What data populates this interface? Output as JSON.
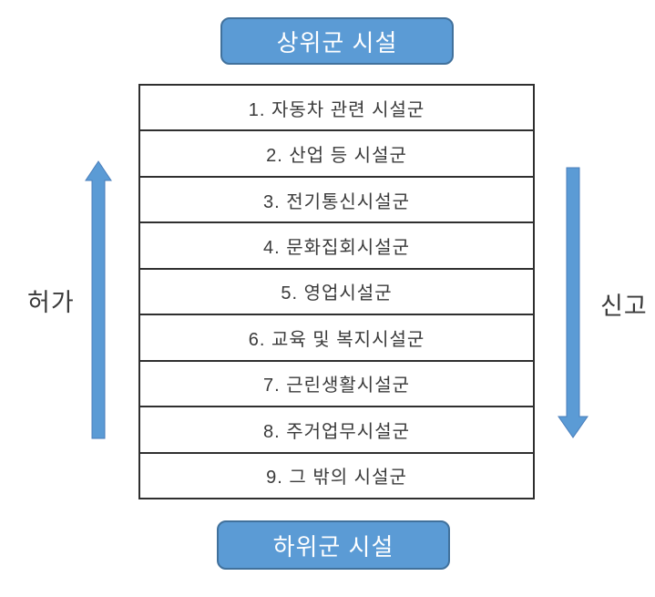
{
  "top_box": {
    "label": "상위군 시설"
  },
  "bottom_box": {
    "label": "하위군 시설"
  },
  "left_arrow": {
    "label": "허가",
    "direction": "up"
  },
  "right_arrow": {
    "label": "신고",
    "direction": "down"
  },
  "table": {
    "rows": [
      "1. 자동차 관련 시설군",
      "2. 산업 등 시설군",
      "3. 전기통신시설군",
      "4. 문화집회시설군",
      "5. 영업시설군",
      "6. 교육 및 복지시설군",
      "7. 근린생활시설군",
      "8. 주거업무시설군",
      "9. 그 밖의 시설군"
    ]
  },
  "colors": {
    "box_fill": "#5B9BD5",
    "box_border": "#41719C",
    "box_text": "#FFFFFF",
    "arrow_fill": "#5B9BD5",
    "arrow_stroke": "#4A7EBB",
    "table_border": "#2F2F2F",
    "text_dark": "#3A3A3A"
  }
}
